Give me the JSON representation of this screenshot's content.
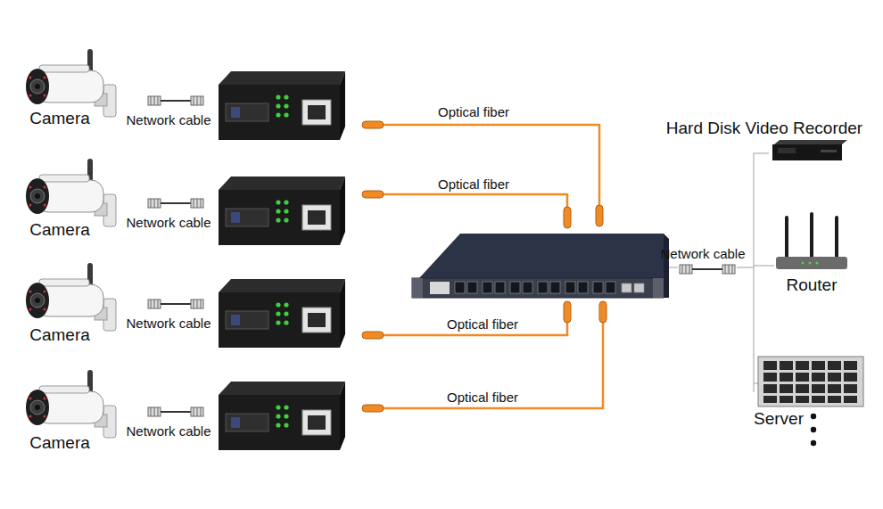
{
  "diagram": {
    "nodes": [
      {
        "text": [
          "Camera"
        ]
      },
      {
        "text": [
          "Hard Disk Video Recorder"
        ]
      },
      {
        "text": [
          "Camera"
        ]
      },
      {
        "text": [
          "Router"
        ]
      },
      {
        "text": [
          "Camera"
        ]
      },
      {
        "text": [
          "Server"
        ]
      },
      {
        "text": [
          "Camera"
        ]
      }
    ],
    "labels": [
      "Network cable",
      "Optical fiber",
      "Network cable",
      "Optical fiber",
      "Network cable",
      "Network cable",
      "Optical fiber",
      "Network cable",
      "Optical fiber"
    ]
  }
}
